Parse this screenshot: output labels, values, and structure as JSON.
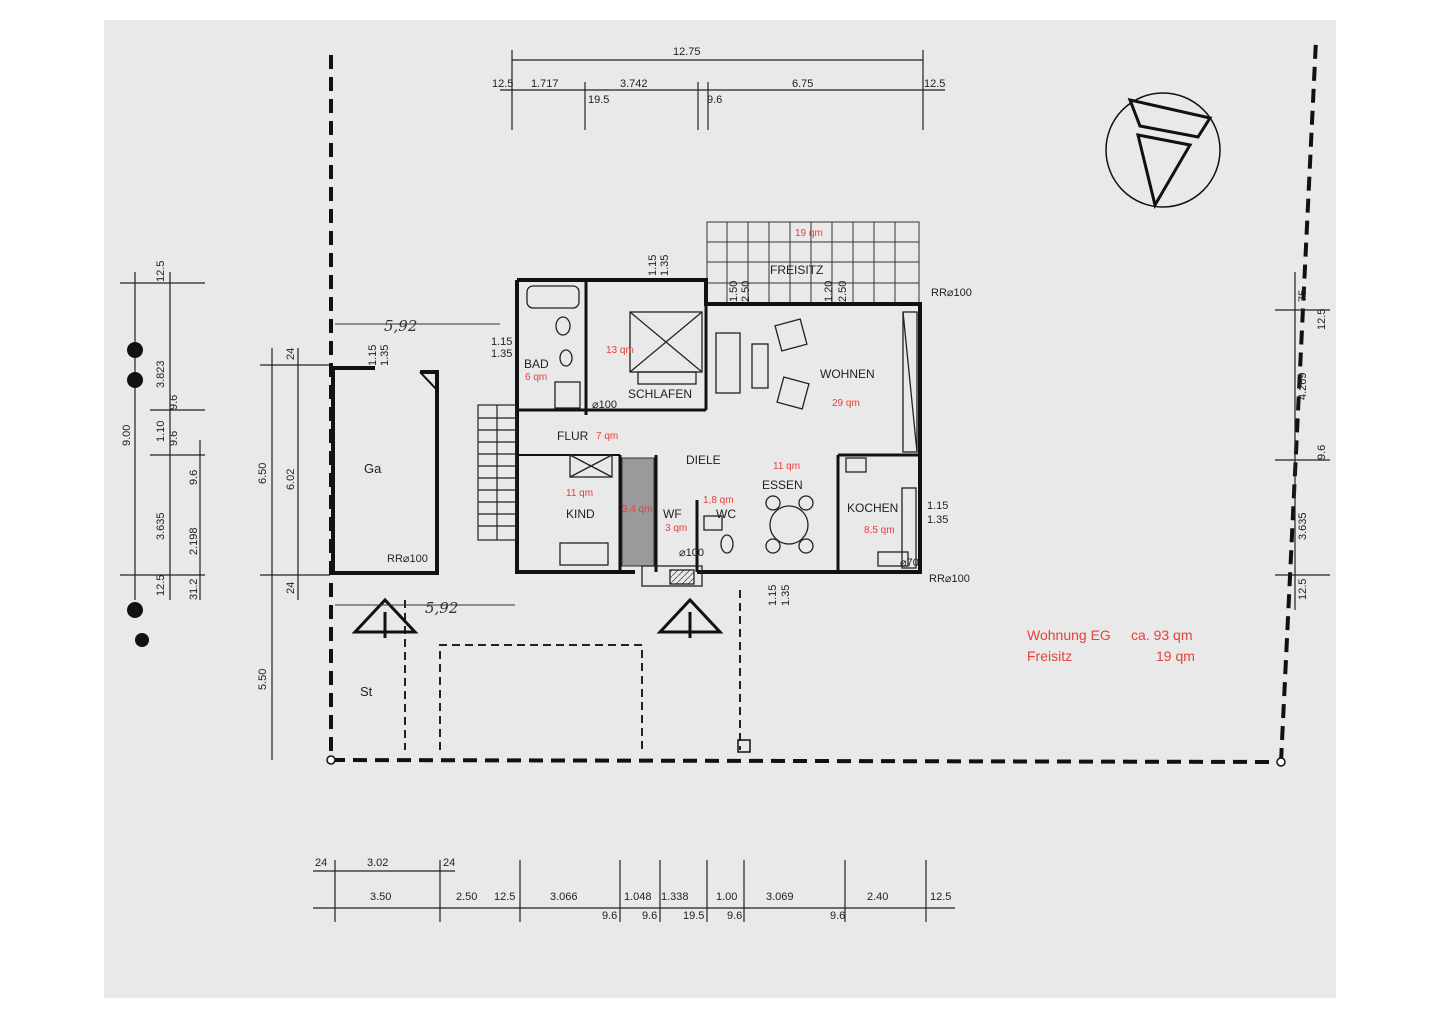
{
  "rooms": {
    "bad": "BAD",
    "schlafen": "SCHLAFEN",
    "wohnen": "WOHNEN",
    "freisitz": "FREISITZ",
    "flur": "FLUR",
    "diele": "DIELE",
    "kind": "KIND",
    "wf": "WF",
    "wc": "WC",
    "essen": "ESSEN",
    "kochen": "KOCHEN",
    "garage": "Ga",
    "stellplatz": "St"
  },
  "areas": {
    "freisitz": "19 qm",
    "schlafen": "13 qm",
    "bad": "6 qm",
    "wohnen": "29 qm",
    "flur": "7 qm",
    "essen": "11 qm",
    "kind": "11 qm",
    "abstell": "3,4 qm",
    "wf": "3 qm",
    "wc": "1,8 qm",
    "kochen": "8,5 qm"
  },
  "legend": {
    "line1_label": "Wohnung EG",
    "line1_value": "ca. 93 qm",
    "line2_label": "Freisitz",
    "line2_value": "19 qm"
  },
  "handwritten": {
    "top": "5,92",
    "bottom": "5,92"
  },
  "fixtures": {
    "rr_freisitz": "RR⌀100",
    "rr_kitchen": "RR⌀100",
    "rr_garage": "RR⌀100",
    "pipe_bad": "⌀100",
    "pipe_wf": "⌀100",
    "pipe_kitchen": "⌀70"
  },
  "dims_top": {
    "overall": "12.75",
    "a": "12.5",
    "b": "1.717",
    "c": "3.742",
    "d": "6.75",
    "e": "12.5",
    "f": "19.5",
    "g": "9.6"
  },
  "dims_bottom": {
    "g1": "24",
    "g2": "3.02",
    "g3": "24",
    "s1": "3.50",
    "s2": "2.50",
    "s3": "12.5",
    "s4": "3.066",
    "s5": "1.048",
    "s6": "1.338",
    "s7": "1.00",
    "s8": "3.069",
    "s9": "2.40",
    "s10": "12.5",
    "t1": "9.6",
    "t2": "9.6",
    "t3": "19.5",
    "t4": "9.6",
    "t5": "9.6"
  },
  "dims_left": {
    "a": "12.5",
    "b": "3.823",
    "c": "9.6",
    "d": "1.10",
    "e": "9.6",
    "f": "3.635",
    "g": "12.5",
    "h": "9.00",
    "i": "9.6",
    "j": "2.198",
    "k": "31.2",
    "l": "6.50",
    "m": "6.02",
    "n": "24",
    "o": "24",
    "p": "5.50"
  },
  "dims_right": {
    "a": "75",
    "b": "12.5",
    "c": "4.269",
    "d": "9.6",
    "e": "3.635",
    "f": "12.5"
  },
  "dims_inner": {
    "win_bad_1": "1.15",
    "win_bad_2": "1.35",
    "win_sch_1": "1.15",
    "win_sch_2": "1.35",
    "ga_1": "1.15",
    "ga_2": "1.35",
    "fs_1": "1.50",
    "fs_2": "2.50",
    "fs_3": "1.20",
    "fs_4": "2.50",
    "ko_1": "1.15",
    "ko_2": "1.35",
    "es_1": "1.15",
    "es_2": "1.35"
  }
}
